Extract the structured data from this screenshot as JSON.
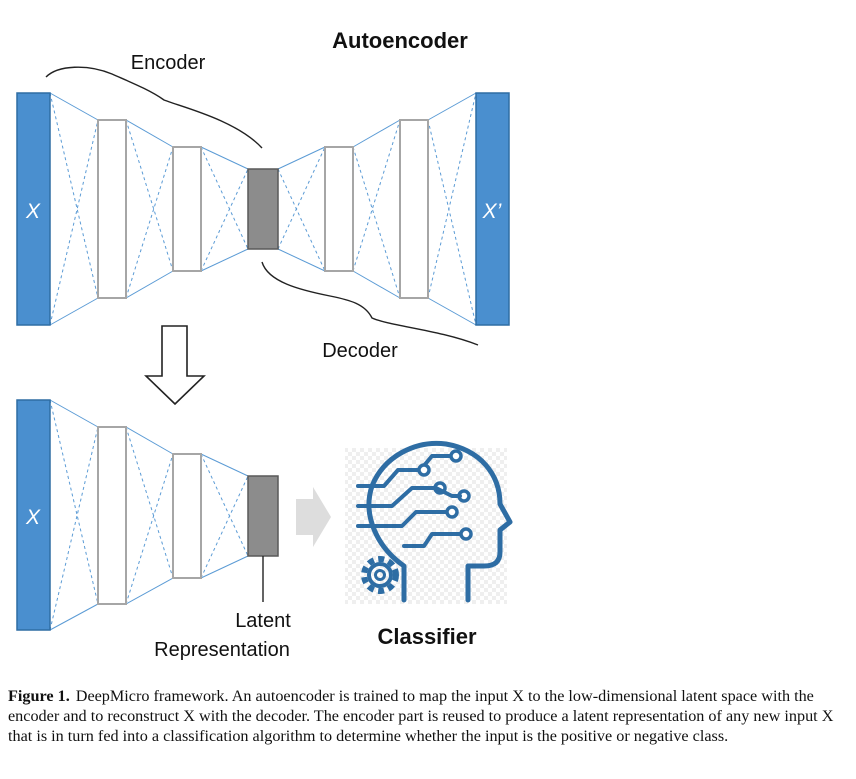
{
  "diagram": {
    "title": "Autoencoder",
    "encoder_label": "Encoder",
    "decoder_label": "Decoder",
    "input_label": "X",
    "output_label": "X’",
    "latent_label_line1": "Latent",
    "latent_label_line2": "Representation",
    "classifier_label": "Classifier",
    "colors": {
      "input_layer": "#4a8fcf",
      "line_blue": "#5b9bd5",
      "hidden_border": "#a6a6a6",
      "latent_fill": "#8c8c8c",
      "icon_blue": "#2e6da4",
      "arrow_gray": "#dddddd"
    },
    "icons": [
      "down-arrow-icon",
      "right-arrow-icon",
      "ai-head-icon",
      "gear-icon"
    ]
  },
  "caption": {
    "figure_number": "Figure 1.",
    "text": "DeepMicro framework. An autoencoder is trained to map the input X to the low-dimensional latent space with the encoder and to reconstruct X with the decoder. The encoder part is reused to produce a latent representation of any new input X that is in turn fed into a classification algorithm to determine whether the input is the positive or negative class."
  }
}
